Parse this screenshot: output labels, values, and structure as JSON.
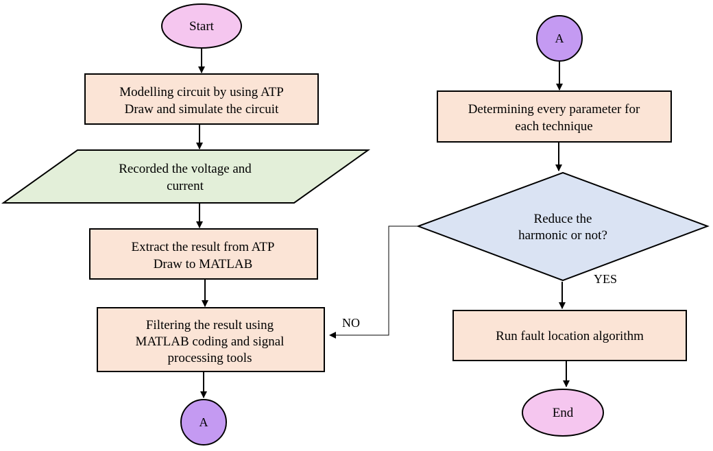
{
  "colors": {
    "terminal_fill": "#f5c6ef",
    "connector_fill": "#c49af2",
    "process_fill": "#fbe4d6",
    "io_fill": "#e3efd9",
    "decision_fill": "#dae3f3",
    "stroke": "#000000"
  },
  "nodes": {
    "start": "Start",
    "modelling": [
      "Modelling circuit by using ATP",
      "Draw and simulate the circuit"
    ],
    "recorded": [
      "Recorded the voltage and",
      "current"
    ],
    "extract": [
      "Extract the result from ATP",
      "Draw to MATLAB"
    ],
    "filtering": [
      "Filtering the result using",
      "MATLAB coding and signal",
      "processing tools"
    ],
    "connector_bottom": "A",
    "connector_top": "A",
    "determining": [
      "Determining every parameter for",
      "each technique"
    ],
    "decision": [
      "Reduce the",
      "harmonic or not?"
    ],
    "run_algorithm": "Run fault location algorithm",
    "end": "End"
  },
  "edge_labels": {
    "yes": "YES",
    "no": "NO"
  }
}
